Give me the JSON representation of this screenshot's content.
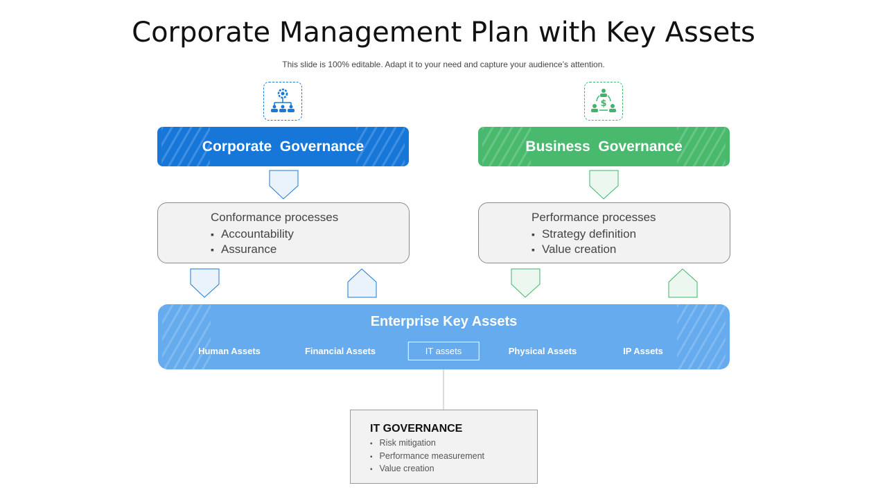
{
  "title": "Corporate Management Plan with Key Assets",
  "subtitle": "This slide is 100% editable. Adapt it to your need and capture your audience’s attention.",
  "left": {
    "header": "Corporate  Governance",
    "process_title": "Conformance processes",
    "items": [
      "Accountability",
      "Assurance"
    ],
    "icon": "org-network-icon"
  },
  "right": {
    "header": "Business  Governance",
    "process_title": "Performance  processes",
    "items": [
      "Strategy definition",
      "Value creation"
    ],
    "icon": "team-dollar-icon"
  },
  "enterprise": {
    "title": "Enterprise Key Assets",
    "assets": [
      "Human Assets",
      "Financial Assets",
      "IT assets",
      "Physical Assets",
      "IP Assets"
    ]
  },
  "it_governance": {
    "title": "IT GOVERNANCE",
    "items": [
      "Risk mitigation",
      "Performance  measurement",
      "Value creation"
    ]
  },
  "colors": {
    "blue": "#1677d9",
    "green": "#48b96d",
    "light_blue": "#65abee"
  }
}
